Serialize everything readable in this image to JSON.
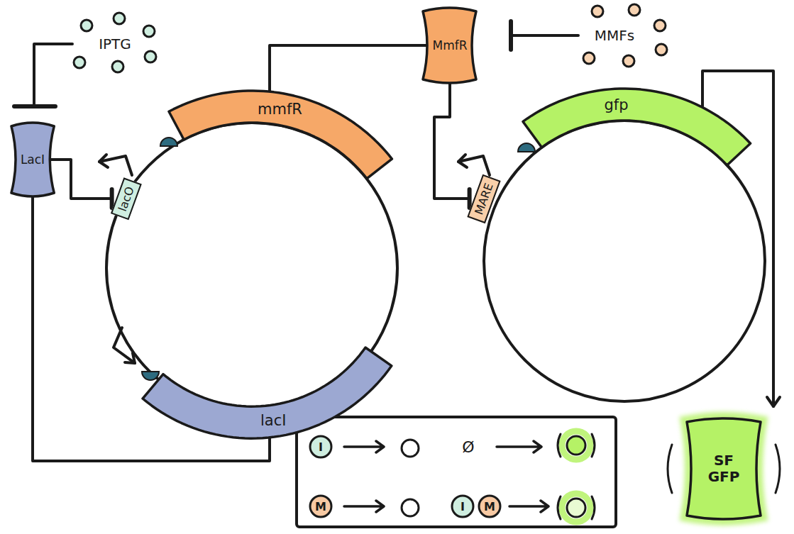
{
  "diagram": {
    "nodes": [
      {
        "text": [
          "LacI"
        ]
      },
      {
        "text": [
          "lacO"
        ]
      },
      {
        "text": [
          "mmfR"
        ]
      },
      {
        "text": [
          "lacI"
        ]
      },
      {
        "text": [
          "MmfR"
        ]
      },
      {
        "text": [
          "MARE"
        ]
      },
      {
        "text": [
          "gfp"
        ]
      },
      {
        "text": [
          "SF GFP"
        ]
      }
    ],
    "edges": [
      {
        "from": 3,
        "to": 0,
        "arrow": "none"
      },
      {
        "from": 0,
        "to": 1,
        "arrow": "to"
      },
      {
        "from": 2,
        "to": 4,
        "arrow": "none"
      },
      {
        "from": 4,
        "to": 5,
        "arrow": "to"
      },
      {
        "from": 6,
        "to": 7,
        "arrow": "to"
      }
    ],
    "labels": [
      "IPTG",
      "MMFs",
      "I",
      "Ø",
      "M",
      "I",
      "M"
    ]
  }
}
